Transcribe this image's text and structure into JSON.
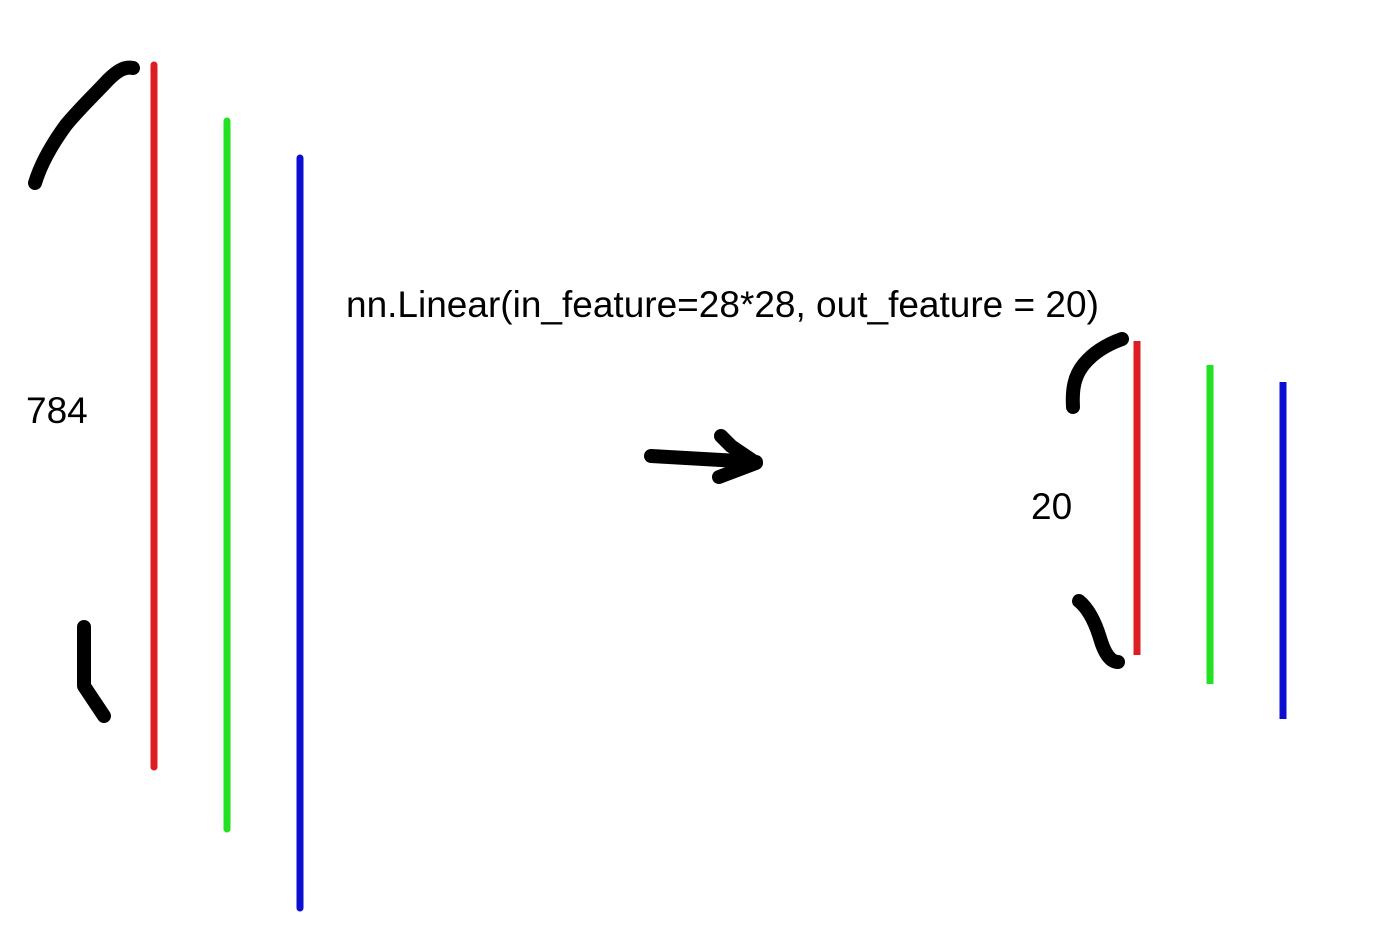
{
  "input_size_label": "784",
  "output_size_label": "20",
  "layer_label": "nn.Linear(in_feature=28*28, out_feature = 20)",
  "colors": {
    "stroke_red": "#dd1d22",
    "stroke_green": "#22e022",
    "stroke_blue": "#0a0fd2",
    "ink": "#000000"
  },
  "icons": [
    "right-arrow-icon"
  ]
}
